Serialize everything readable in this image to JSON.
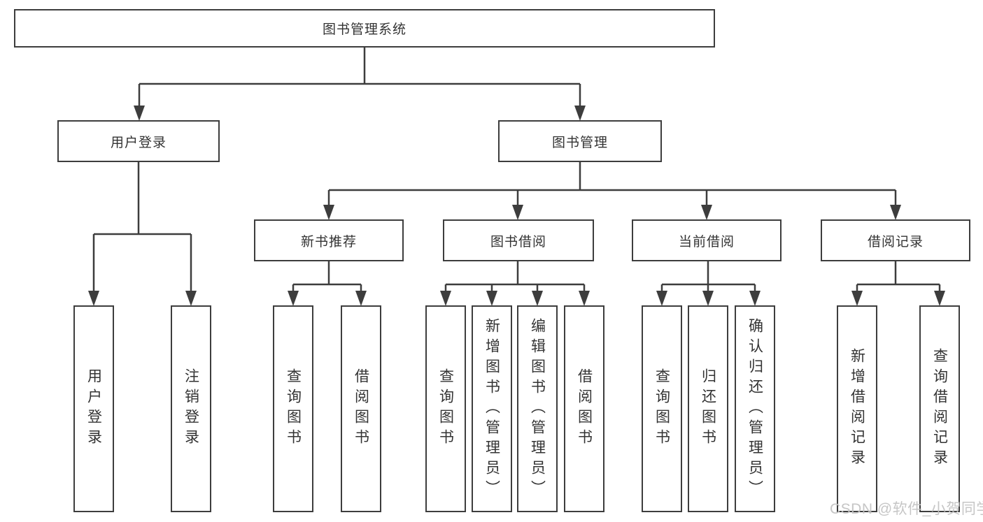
{
  "diagram": {
    "root": {
      "label": "图书管理系统"
    },
    "branches": [
      {
        "label": "用户登录",
        "children": [
          {
            "label": "用户登录"
          },
          {
            "label": "注销登录"
          }
        ]
      },
      {
        "label": "图书管理",
        "children": [
          {
            "label": "新书推荐",
            "children": [
              {
                "label": "查询图书"
              },
              {
                "label": "借阅图书"
              }
            ]
          },
          {
            "label": "图书借阅",
            "children": [
              {
                "label": "查询图书"
              },
              {
                "label": "新增图书（管理员）"
              },
              {
                "label": "编辑图书（管理员）"
              },
              {
                "label": "借阅图书"
              }
            ]
          },
          {
            "label": "当前借阅",
            "children": [
              {
                "label": "查询图书"
              },
              {
                "label": "归还图书"
              },
              {
                "label": "确认归还（管理员）"
              }
            ]
          },
          {
            "label": "借阅记录",
            "children": [
              {
                "label": "新增借阅记录"
              },
              {
                "label": "查询借阅记录"
              }
            ]
          }
        ]
      }
    ]
  },
  "watermark": {
    "text": "CSDN @软件_小贺同学"
  },
  "colors": {
    "line": "#3d3d3d",
    "text": "#333333",
    "background": "#ffffff",
    "watermark": "#c3c3c3"
  }
}
